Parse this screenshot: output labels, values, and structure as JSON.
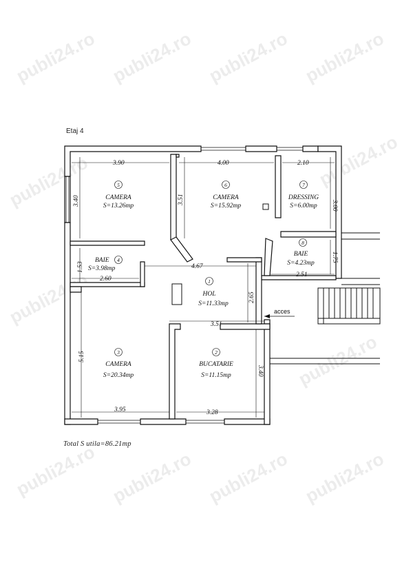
{
  "floor_label": "Etaj 4",
  "total_label": "Total S utila=86.21mp",
  "entrance_label": "acces",
  "watermark": "publi24.ro",
  "rooms": [
    {
      "number": "5",
      "name": "CAMERA",
      "area": "S=13.26mp"
    },
    {
      "number": "6",
      "name": "CAMERA",
      "area": "S=15.92mp"
    },
    {
      "number": "7",
      "name": "DRESSING",
      "area": "S=6.00mp"
    },
    {
      "number": "4",
      "name": "BAIE",
      "area": "S=3.98mp"
    },
    {
      "number": "8",
      "name": "BAIE",
      "area": "S=4.23mp"
    },
    {
      "number": "1",
      "name": "HOL",
      "area": "S=11.33mp"
    },
    {
      "number": "3",
      "name": "CAMERA",
      "area": "S=20.34mp"
    },
    {
      "number": "2",
      "name": "BUCATARIE",
      "area": "S=11.15mp"
    }
  ],
  "dimensions": [
    "3.90",
    "3.40",
    "4.00",
    "3.51",
    "2.10",
    "3.00",
    "1.53",
    "2.60",
    "4.67",
    "1.75",
    "2.51",
    "2.65",
    "3.51",
    "5.15",
    "3.40",
    "3.95",
    "3.28"
  ]
}
